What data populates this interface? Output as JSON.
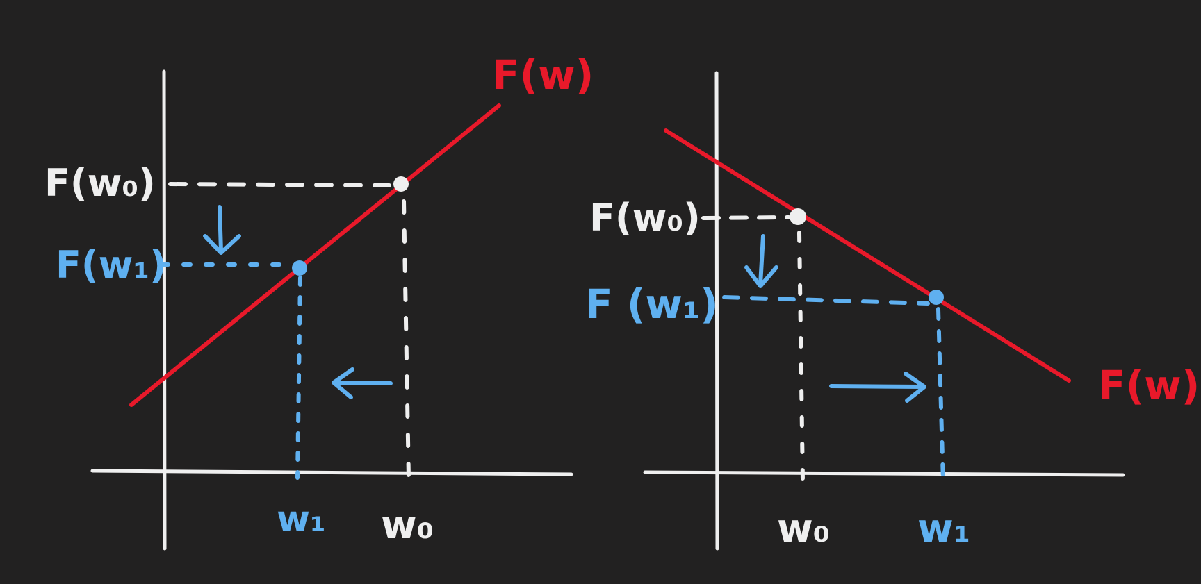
{
  "colors": {
    "background": "#222121",
    "axis": "#efefef",
    "curve": "#e8192a",
    "w0": "#efefef",
    "w1": "#5fb0f0"
  },
  "left_panel": {
    "curve_label": "F(w)",
    "f_w0_label": "F(w₀)",
    "f_w1_label": "F(w₁)",
    "w0_label": "w₀",
    "w1_label": "w₁",
    "slope": "positive",
    "step_direction": "left"
  },
  "right_panel": {
    "curve_label": "F(w)",
    "f_w0_label": "F(w₀)",
    "f_w1_label": "F (w₁)",
    "w0_label": "w₀",
    "w1_label": "w₁",
    "slope": "negative",
    "step_direction": "right"
  }
}
